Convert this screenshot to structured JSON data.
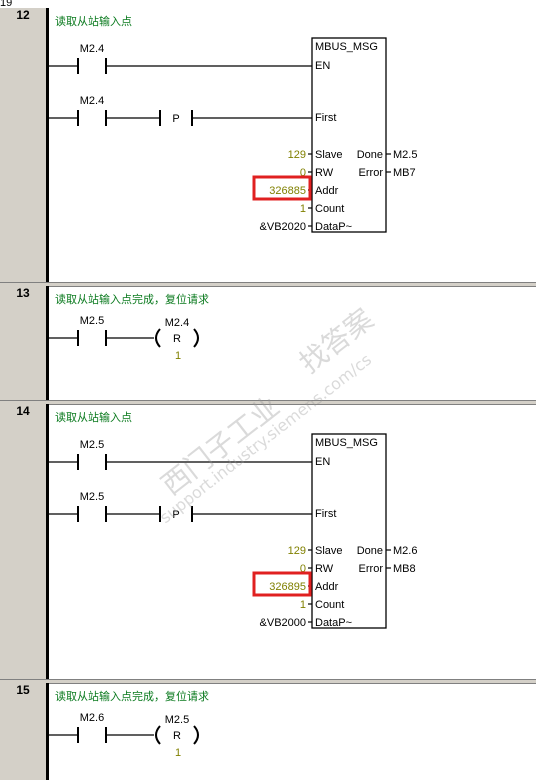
{
  "top_line_number": "19",
  "networks": [
    {
      "number": "12",
      "comment": "读取从站输入点",
      "kind": "msg",
      "contact_en": "M2.4",
      "contact_first": "M2.4",
      "pulse_label": "P",
      "block": {
        "title": "MBUS_MSG",
        "pins": {
          "en": "EN",
          "first": "First",
          "slave": "Slave",
          "rw": "RW",
          "addr": "Addr",
          "count": "Count",
          "datap": "DataP~",
          "done": "Done",
          "error": "Error"
        },
        "slave_value": "129",
        "rw_value": "0",
        "addr_value": "326885",
        "count_value": "1",
        "datap_value": "&VB2020",
        "done_value": "M2.5",
        "error_value": "MB7"
      }
    },
    {
      "number": "13",
      "comment": "读取从站输入点完成，复位请求",
      "kind": "reset",
      "contact": "M2.5",
      "coil_operand": "M2.4",
      "coil_type": "R",
      "coil_count": "1"
    },
    {
      "number": "14",
      "comment": "读取从站输入点",
      "kind": "msg",
      "contact_en": "M2.5",
      "contact_first": "M2.5",
      "pulse_label": "P",
      "block": {
        "title": "MBUS_MSG",
        "pins": {
          "en": "EN",
          "first": "First",
          "slave": "Slave",
          "rw": "RW",
          "addr": "Addr",
          "count": "Count",
          "datap": "DataP~",
          "done": "Done",
          "error": "Error"
        },
        "slave_value": "129",
        "rw_value": "0",
        "addr_value": "326895",
        "count_value": "1",
        "datap_value": "&VB2000",
        "done_value": "M2.6",
        "error_value": "MB8"
      }
    },
    {
      "number": "15",
      "comment": "读取从站输入点完成，复位请求",
      "kind": "reset",
      "contact": "M2.6",
      "coil_operand": "M2.5",
      "coil_type": "R",
      "coil_count": "1"
    }
  ],
  "watermark": {
    "line1": "西门子工业",
    "line2": "找答案",
    "line3": "support.industry.siemens.com/cs"
  },
  "colors": {
    "comment_text": "#0a7a1e",
    "value_text": "#808000",
    "highlight_box": "#e02020",
    "gutter": "#d4d0c8"
  }
}
